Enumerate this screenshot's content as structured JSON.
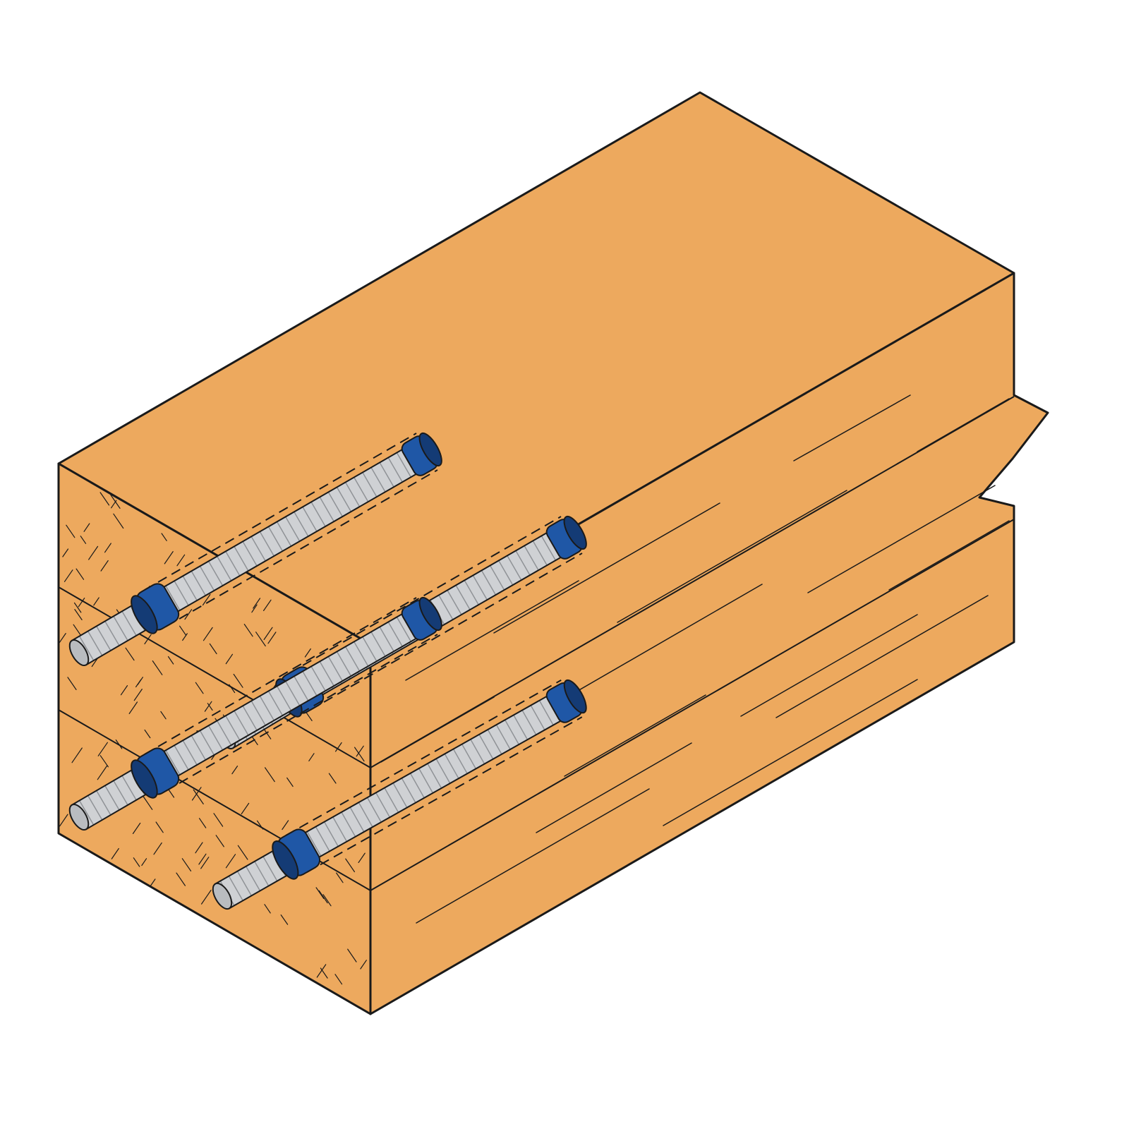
{
  "colors": {
    "background": "#ffffff",
    "wood_face": "#EDA95E",
    "outline": "#1a1a1a",
    "rod_steel": "#cfd1d4",
    "rod_shadow": "#a9acb0",
    "rod_stub": "#b9bcc0",
    "coupler_blue": "#1f57a6",
    "coupler_blue_dark": "#143b75"
  },
  "diagram": {
    "subject": "timber-beam-with-threaded-rods",
    "rod_count": 4,
    "rods": [
      {
        "id": "rod-upper-left",
        "level": "upper",
        "column": "left"
      },
      {
        "id": "rod-upper-right",
        "level": "upper",
        "column": "right"
      },
      {
        "id": "rod-lower-left",
        "level": "lower",
        "column": "left"
      },
      {
        "id": "rod-lower-right",
        "level": "lower",
        "column": "right"
      }
    ],
    "icons": [
      "threaded-rod-icon",
      "coupler-sleeve-icon",
      "break-line-icon",
      "end-grain-icon"
    ]
  }
}
